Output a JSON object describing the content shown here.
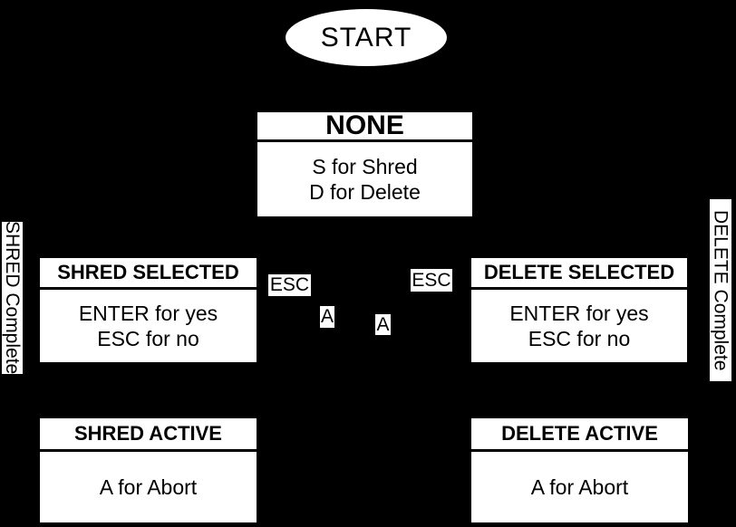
{
  "diagram": {
    "colors": {
      "background": "#000000",
      "node_fill": "#ffffff",
      "node_text": "#000000"
    },
    "start": {
      "label": "START"
    },
    "states": [
      {
        "id": "none",
        "title": "NONE",
        "body_lines": [
          "S for Shred",
          "D for Delete"
        ]
      },
      {
        "id": "shred-selected",
        "title": "SHRED SELECTED",
        "body_lines": [
          "ENTER for yes",
          "ESC for no"
        ]
      },
      {
        "id": "delete-selected",
        "title": "DELETE SELECTED",
        "body_lines": [
          "ENTER for yes",
          "ESC for no"
        ]
      },
      {
        "id": "shred-active",
        "title": "SHRED ACTIVE",
        "body_lines": [
          "A for Abort"
        ]
      },
      {
        "id": "delete-active",
        "title": "DELETE ACTIVE",
        "body_lines": [
          "A for Abort"
        ]
      }
    ],
    "edge_labels": [
      {
        "id": "esc-left",
        "text": "ESC"
      },
      {
        "id": "a-left",
        "text": "A"
      },
      {
        "id": "a-right",
        "text": "A"
      },
      {
        "id": "esc-right",
        "text": "ESC"
      }
    ],
    "side_labels": [
      {
        "id": "shred-complete",
        "text": "SHRED Complete"
      },
      {
        "id": "delete-complete",
        "text": "DELETE Complete"
      }
    ]
  }
}
